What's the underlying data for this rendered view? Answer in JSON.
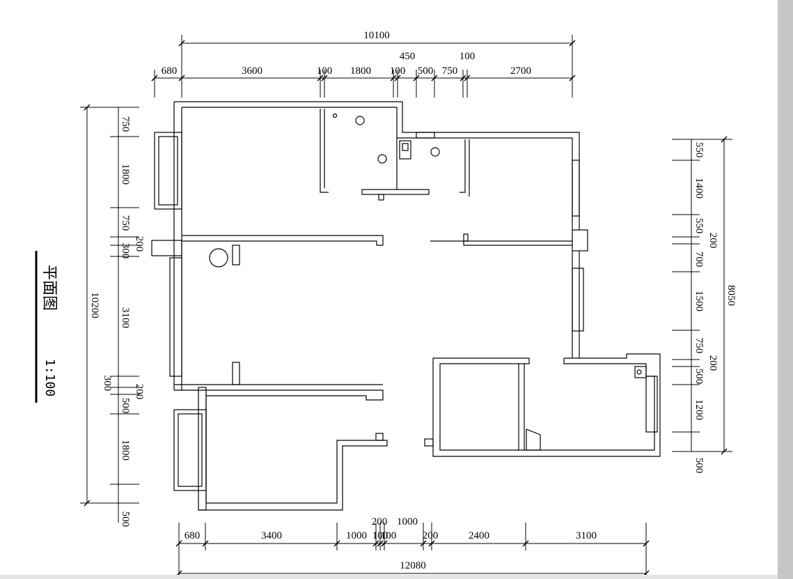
{
  "drawing": {
    "title": "平面图",
    "scale": "1:100"
  },
  "dimensions": {
    "top_overall": "10100",
    "top_upper_450": "450",
    "top_upper_100": "100",
    "top_row": [
      "680",
      "3600",
      "100",
      "1800",
      "100",
      "500",
      "750",
      "2700"
    ],
    "bottom_upper_200": "200",
    "bottom_upper_1000": "1000",
    "bottom_row": [
      "680",
      "3400",
      "1000",
      "100",
      "100",
      "200",
      "2400",
      "3100"
    ],
    "bottom_overall": "12080",
    "left_overall": "10200",
    "left_row": [
      "750",
      "1800",
      "750",
      "200",
      "300",
      "3100",
      "300",
      "200",
      "500",
      "1800",
      "500"
    ],
    "right_overall": "8050",
    "right_row": [
      "550",
      "1400",
      "550",
      "200",
      "700",
      "1500",
      "750",
      "200",
      "500",
      "1200",
      "500"
    ]
  }
}
